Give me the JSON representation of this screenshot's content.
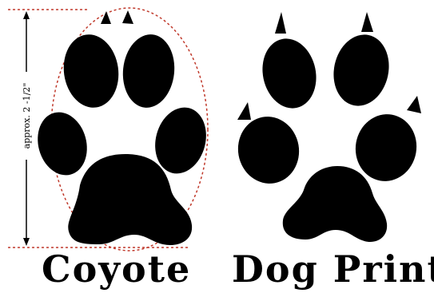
{
  "coyote": {
    "caption": "Coyote",
    "measurement_label": "approx. 2 -1/2\""
  },
  "dog": {
    "caption": "Dog Print"
  },
  "colors": {
    "print": "#000000",
    "guide_dashes": "#c0392b",
    "background": "#ffffff"
  }
}
